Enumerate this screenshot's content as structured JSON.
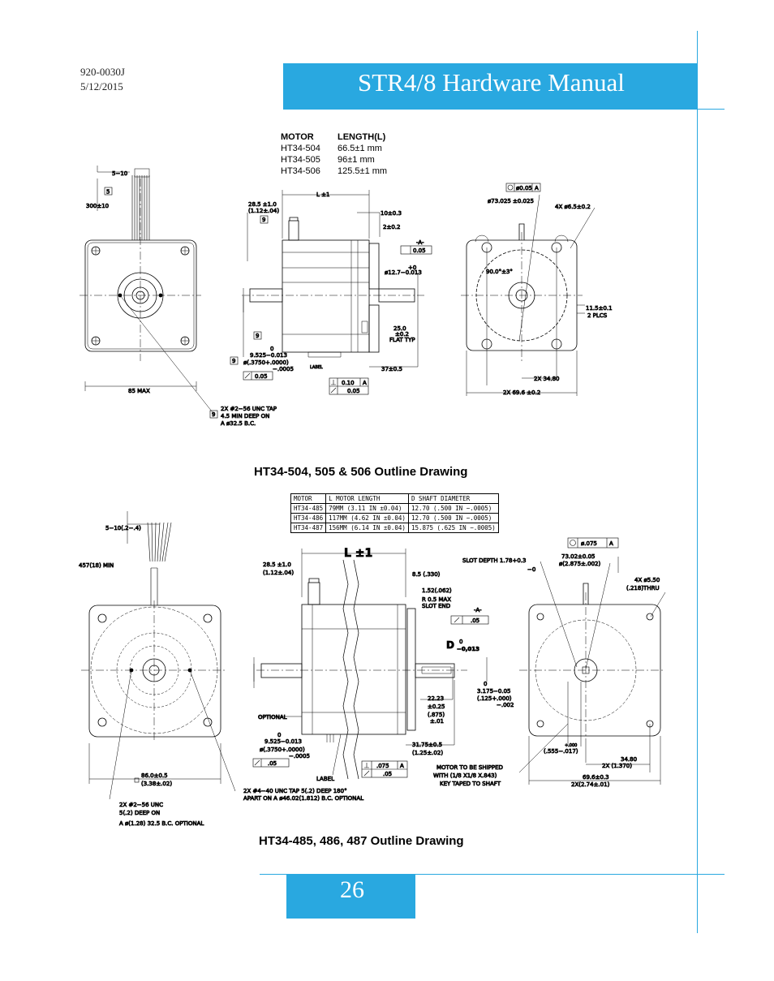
{
  "header": {
    "doc_number": "920-0030J",
    "date": "5/12/2015",
    "title": "STR4/8 Hardware Manual"
  },
  "drawing1": {
    "caption": "HT34-504, 505 & 506 Outline Drawing",
    "length_table": {
      "headers": [
        "MOTOR",
        "LENGTH(L)"
      ],
      "rows": [
        [
          "HT34-504",
          "66.5±1 mm"
        ],
        [
          "HT34-505",
          "96±1 mm"
        ],
        [
          "HT34-506",
          "125.5±1 mm"
        ]
      ]
    },
    "labels": {
      "lead_offset": "5−10",
      "box5": "5",
      "lead_length": "300±10",
      "l_dim": "L ±1",
      "flange": "28.5 ±1.0",
      "flange_in": "(1.12±.04)",
      "box9": "9",
      "d10": "10±0.3",
      "d2": "2±0.2",
      "datum_a": "-A-",
      "perp": "0.05",
      "shaft_plus": "+0",
      "shaft": "ø12.7−0.013",
      "flat": "25.0",
      "flat_tol": "±0.2",
      "flat_typ": "FLAT TYP",
      "d37": "37±0.5",
      "shaft_dia0": "0",
      "shaft_dia": "9.525−0.013",
      "shaft_dia_in": "ø(.3750+.0000)",
      "shaft_dia_in2": "−.0005",
      "tol05": "0.05",
      "label": "LABEL",
      "perp10": "0.10",
      "perp10_ref": "A",
      "runout": "0.05",
      "size85": "85 MAX",
      "tap1": "2X #2−56 UNC TAP",
      "tap2": "4.5 MIN DEEP ON",
      "tap3": "A ø32.5 B.C.",
      "pos_tol": "ø0.05",
      "pos_ref": "A",
      "pilot": "ø73.025 ±0.025",
      "holes": "4X ø6.5±0.2",
      "angle": "90.0°±3°",
      "d11": "11.5±0.1",
      "plcs": "2 PLCS",
      "sp34": "2X 34.80",
      "sp69": "2X 69.6 ±0.2"
    }
  },
  "drawing2": {
    "caption": "HT34-485, 486, 487 Outline Drawing",
    "table": {
      "headers": [
        "MOTOR",
        "L MOTOR LENGTH",
        "D SHAFT DIAMETER"
      ],
      "rows": [
        [
          "HT34-485",
          "79MM (3.11 IN ±0.04)",
          "12.70 (.500 IN −.0005)"
        ],
        [
          "HT34-486",
          "117MM (4.62 IN ±0.04)",
          "12.70 (.500 IN −.0005)"
        ],
        [
          "HT34-487",
          "156MM (6.14 IN ±0.04)",
          "15.875 (.625 IN −.0005)"
        ]
      ]
    },
    "labels": {
      "lead_offset": "5−10(.2−.4)",
      "lead_length": "457(18) MIN",
      "l_dim": "L ±1",
      "flange": "28.5 ±1.0",
      "flange_in": "(1.12±.04)",
      "d85": "8.5 (.330)",
      "d152": "1.52(.062)",
      "slot_r": "R 0.5 MAX",
      "slot_end": "SLOT END",
      "slot_depth": "SLOT DEPTH 1.78+0.3",
      "slot_depth2": "−0",
      "datum_a": "-A-",
      "perp": ".05",
      "d_label": "D",
      "d_tol0": "0",
      "d_tol": "−0,013",
      "optional": "OPTIONAL",
      "d22": "22.23",
      "d22_tol": "±0.25",
      "d22_in": "(.875)",
      "d22_in_tol": "±.01",
      "key0": "0",
      "key": "3.175−0.05",
      "key_in": "(.125+.000)",
      "key_in2": "−.002",
      "shaft0": "0",
      "shaft": "9.525−0.013",
      "shaft_in": "ø(.3750+.0000)",
      "shaft_in2": "−.0005",
      "tol05": ".05",
      "d3175": "31.75±0.5",
      "d3175_in": "(1.25±.02)",
      "label": "LABEL",
      "perp075": ".075",
      "perp075_ref": "A",
      "runout": ".05",
      "ship1": "MOTOR TO BE SHIPPED",
      "ship2": "WITH (1/8 X1/8 X.843)",
      "ship3": "KEY TAPED TO SHAFT",
      "pos_tol": "ø.075",
      "pos_ref": "A",
      "pilot": "73.02±0.05",
      "pilot_in": "ø(2.875±.002)",
      "holes": "4X ø5.50",
      "holes_in": "(.218)THRU",
      "d555": "(.555−.017)",
      "d555_plus": "+.000",
      "sp34": "34.80",
      "sp34_in": "2X (1.370)",
      "sp69": "69.6±0.3",
      "sp69_in": "2X(2.74±.01)",
      "sq86": "86.0±0.5",
      "sq86_in": "(3.38±.02)",
      "tap4_1": "2X #4−40 UNC TAP 5(.2) DEEP 180°",
      "tap4_2": "APART ON A ø46.02(1.812) B.C. OPTIONAL",
      "tap2_1": "2X #2−56 UNC",
      "tap2_2": "5(.2) DEEP ON",
      "tap2_3": "A ø(1.28) 32.5 B.C. OPTIONAL"
    }
  },
  "footer": {
    "page_number": "26"
  }
}
